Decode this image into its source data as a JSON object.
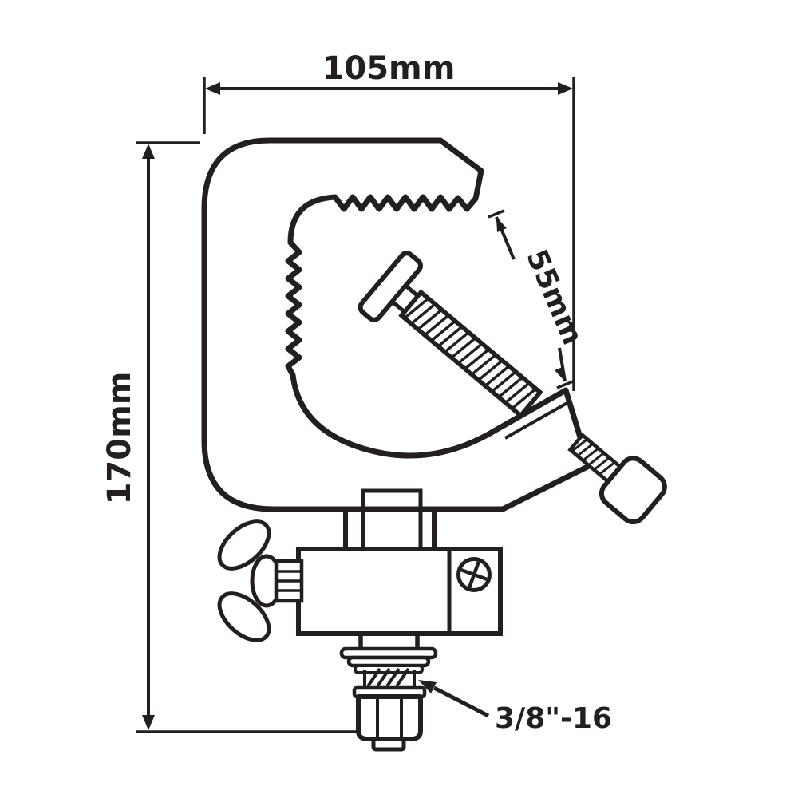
{
  "page": {
    "background": "#ffffff"
  },
  "drawing": {
    "subject": "C-clamp technical dimension drawing",
    "line_color": "#231f20",
    "dimensions": {
      "width": "105mm",
      "height": "170mm",
      "jaw_opening": "55mm",
      "thread_spec": "3/8\"-16"
    }
  }
}
